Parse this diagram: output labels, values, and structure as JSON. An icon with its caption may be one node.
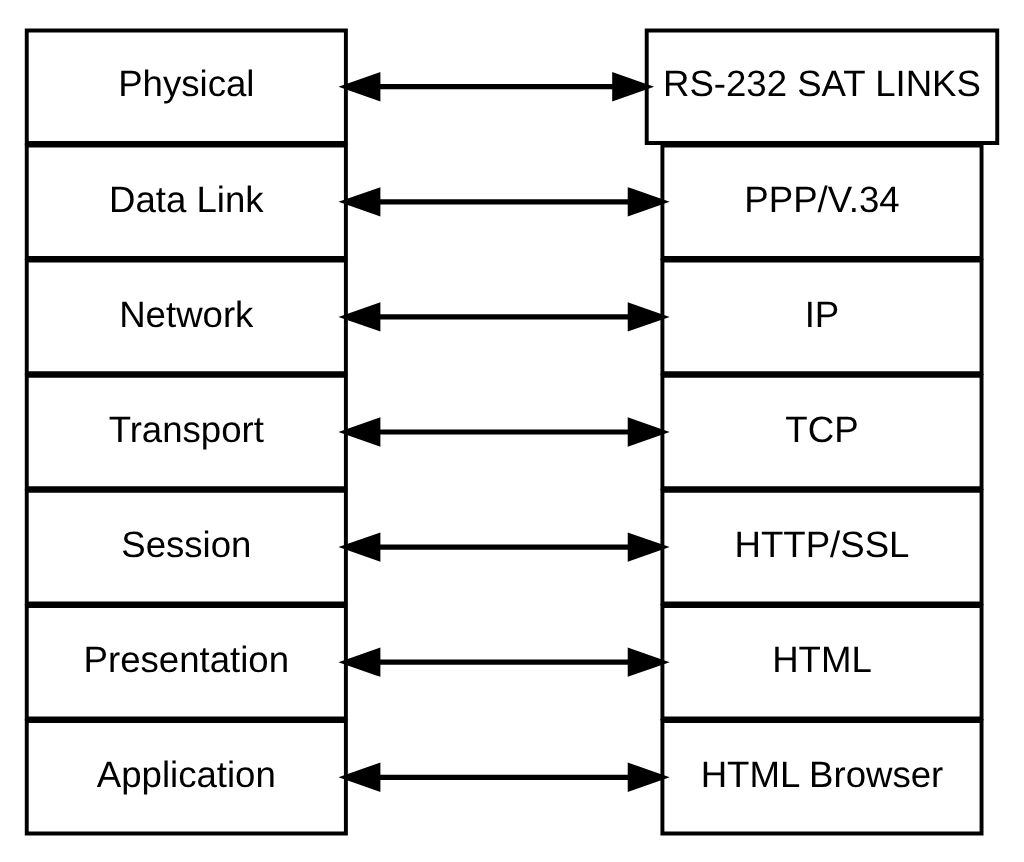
{
  "diagram": {
    "nodes": [
      {
        "text": [
          "Application"
        ]
      },
      {
        "text": [
          "Presentation"
        ]
      },
      {
        "text": [
          "Session"
        ]
      },
      {
        "text": [
          "Transport"
        ]
      },
      {
        "text": [
          "Network"
        ]
      },
      {
        "text": [
          "Data Link"
        ]
      },
      {
        "text": [
          "Physical"
        ]
      },
      {
        "text": [
          "HTML Browser"
        ]
      },
      {
        "text": [
          "HTML"
        ]
      },
      {
        "text": [
          "HTTP/SSL"
        ]
      },
      {
        "text": [
          "TCP"
        ]
      },
      {
        "text": [
          "IP"
        ]
      },
      {
        "text": [
          "PPP/V.34"
        ]
      },
      {
        "text": [
          "RS-232 SAT LINKS"
        ]
      }
    ],
    "edges": [
      {
        "from": 0,
        "to": 7,
        "arrow": "both"
      },
      {
        "from": 1,
        "to": 8,
        "arrow": "both"
      },
      {
        "from": 2,
        "to": 9,
        "arrow": "both"
      },
      {
        "from": 3,
        "to": 10,
        "arrow": "both"
      },
      {
        "from": 4,
        "to": 11,
        "arrow": "both"
      },
      {
        "from": 5,
        "to": 12,
        "arrow": "both"
      },
      {
        "from": 6,
        "to": 13,
        "arrow": "both"
      }
    ]
  }
}
